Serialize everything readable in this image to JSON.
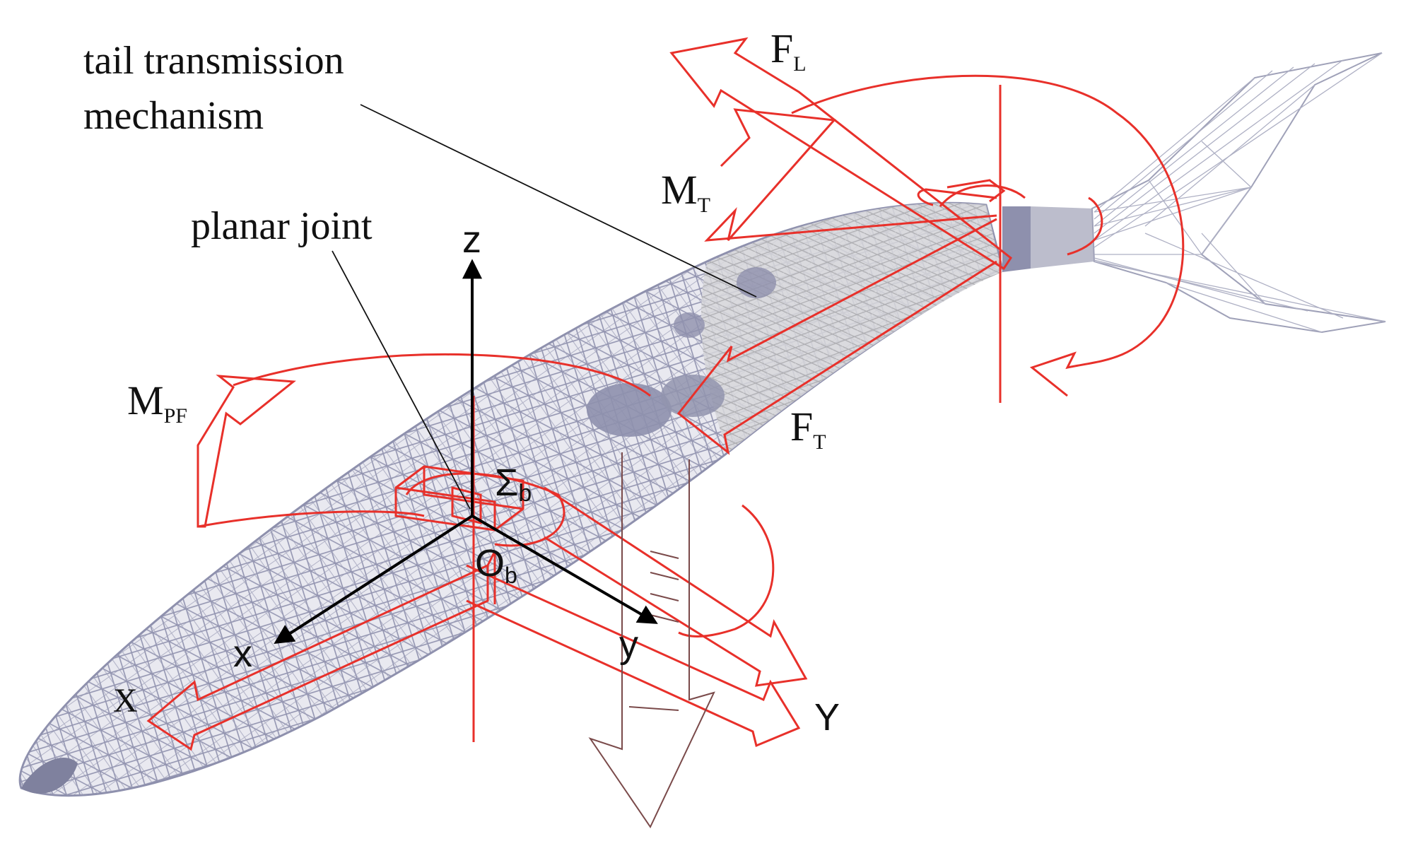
{
  "labels": {
    "tail_transmission": "tail transmission",
    "mechanism": "mechanism",
    "planar_joint": "planar joint",
    "FL_base": "F",
    "FL_sub": "L",
    "MT_base": "M",
    "MT_sub": "T",
    "MPF_base": "M",
    "MPF_sub": "PF",
    "FT_base": "F",
    "FT_sub": "T",
    "sigma_base": "Σ",
    "sigma_sub": "b",
    "O_base": "O",
    "O_sub": "b",
    "z_axis": "z",
    "x_axis": "x",
    "y_axis": "y",
    "X_force": "X",
    "Y_force": "Y"
  },
  "colors": {
    "mesh": "#8e90ad",
    "mesh_light": "#c7c8d3",
    "tail_mesh": "#b9bac8",
    "force": "#e8302a",
    "axis": "#000000",
    "weight_arrow": "#7a4a4a"
  }
}
